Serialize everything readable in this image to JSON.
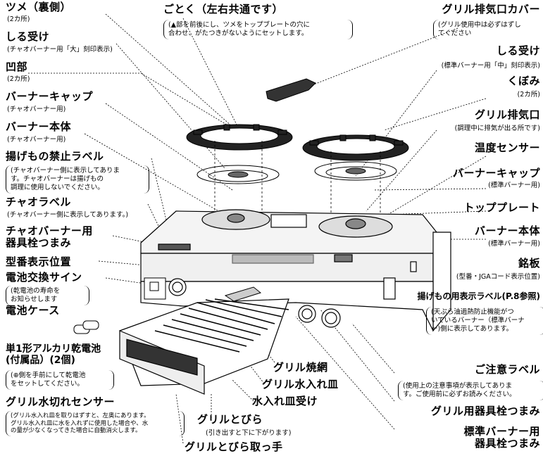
{
  "labels_left": [
    {
      "id": "tsume",
      "title": "ツメ（裏側）",
      "sub": "(2カ所)"
    },
    {
      "id": "shiruuke_l",
      "title": "しる受け",
      "sub": "(チャオバーナー用「大」刻印表示)"
    },
    {
      "id": "kubobu",
      "title": "凹部",
      "sub": "(2カ所)"
    },
    {
      "id": "burner_cap_l",
      "title": "バーナーキャップ",
      "sub": "(チャオバーナー用)"
    },
    {
      "id": "burner_body_l",
      "title": "バーナー本体",
      "sub": "(チャオバーナー用)"
    },
    {
      "id": "agemono_label",
      "title": "揚げもの禁止ラベル",
      "sub": "(チャオバーナー側に表示してありま\nす。チャオバーナーは揚げもの\n調理に使用しないでください。"
    },
    {
      "id": "ciao_label",
      "title": "チャオラベル",
      "sub": "(チャオバーナー側に表示してあります。)"
    },
    {
      "id": "ciao_knob",
      "title": "チャオバーナー用\n器具栓つまみ",
      "sub": ""
    },
    {
      "id": "model_pos",
      "title": "型番表示位置",
      "sub": ""
    },
    {
      "id": "battery_sign",
      "title": "電池交換サイン",
      "sub": "(乾電池の寿命を\nお知らせします"
    },
    {
      "id": "battery_case",
      "title": "電池ケース",
      "sub": ""
    },
    {
      "id": "battery",
      "title": "単1形アルカリ乾電池\n(付属品）(2個)",
      "sub": "(⊕側を手前にして乾電池\nをセットしてください。"
    },
    {
      "id": "water_sensor",
      "title": "グリル水切れセンサー",
      "sub": "(グリル水入れ皿を取りはずすと、左奥にあります。\nグリル水入れ皿に水を入れずに使用した場合や、水\nの量が少なくなってきた場合に自動消火します。"
    }
  ],
  "labels_top": {
    "gotoku": {
      "title": "ごとく（左右共通です）",
      "sub": "(▲部を前後にし、ツメをトップブレートの穴に\n合わせ、がたつきがないようにセットします。"
    }
  },
  "labels_right": [
    {
      "id": "grill_cover",
      "title": "グリル排気口カバー",
      "sub": "(グリル使用中は必ずはずし\nてください"
    },
    {
      "id": "shiruuke_r",
      "title": "しる受け",
      "sub": "(標準バーナー用「中」刻印表示)"
    },
    {
      "id": "kubomi",
      "title": "くぼみ",
      "sub": "(2カ所)"
    },
    {
      "id": "grill_exhaust",
      "title": "グリル排気口",
      "sub": "(調理中に排気が出る所です)"
    },
    {
      "id": "temp_sensor",
      "title": "温度センサー",
      "sub": ""
    },
    {
      "id": "burner_cap_r",
      "title": "バーナーキャップ",
      "sub": "(標準バーナー用)"
    },
    {
      "id": "top_plate",
      "title": "トッププレート",
      "sub": ""
    },
    {
      "id": "burner_body_r",
      "title": "バーナー本体",
      "sub": "(標準バーナー用)"
    },
    {
      "id": "meiban",
      "title": "銘板",
      "sub": "(型番・JGAコード表示位置)"
    },
    {
      "id": "agemono_yo",
      "title": "揚げもの用表示ラベル(P.8参照)",
      "sub": "(天ぷら油過熱防止機能がつ\nいているバーナー（標準バーナ\nー)側に表示してあります。"
    },
    {
      "id": "caution_label",
      "title": "ご注意ラベル",
      "sub": "(使用上の注意事項が表示してありま\nす。ご使用前に必ずお読みください。"
    },
    {
      "id": "grill_knob",
      "title": "グリル用器具栓つまみ",
      "sub": ""
    },
    {
      "id": "std_knob",
      "title": "標準バーナー用\n器具栓つまみ",
      "sub": ""
    }
  ],
  "labels_center": [
    {
      "id": "grill_net",
      "title": "グリル焼網"
    },
    {
      "id": "grill_tray",
      "title": "グリル水入れ皿"
    },
    {
      "id": "tray_holder",
      "title": "水入れ皿受け"
    },
    {
      "id": "grill_door",
      "title": "グリルとびら",
      "sub": "(引き出すと下に下がります)"
    },
    {
      "id": "door_handle",
      "title": "グリルとびら取っ手"
    }
  ]
}
